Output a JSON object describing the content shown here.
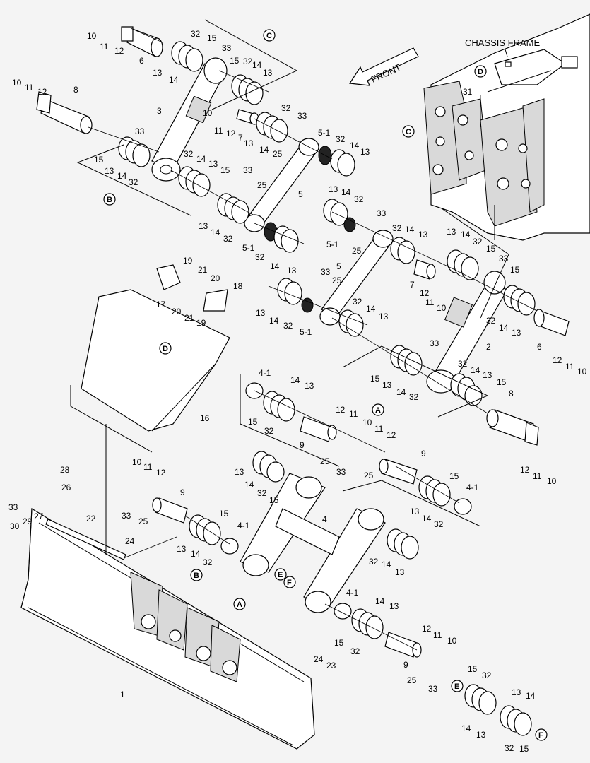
{
  "chassis_frame_label": "CHASSIS FRAME",
  "front_label": "FRONT",
  "ref_markers": {
    "A": "A",
    "B": "B",
    "C": "C",
    "D": "D",
    "E": "E",
    "F": "F"
  },
  "part_numbers": {
    "1": "1",
    "2": "2",
    "3": "3",
    "4": "4",
    "4_1": "4-1",
    "5": "5",
    "5_1": "5-1",
    "6": "6",
    "7": "7",
    "8": "8",
    "9": "9",
    "10": "10",
    "11": "11",
    "12": "12",
    "13": "13",
    "14": "14",
    "15": "15",
    "16": "16",
    "17": "17",
    "18": "18",
    "19": "19",
    "20": "20",
    "21": "21",
    "22": "22",
    "23": "23",
    "24": "24",
    "25": "25",
    "26": "26",
    "27": "27",
    "28": "28",
    "29": "29",
    "30": "30",
    "31": "31",
    "32": "32",
    "33": "33"
  }
}
